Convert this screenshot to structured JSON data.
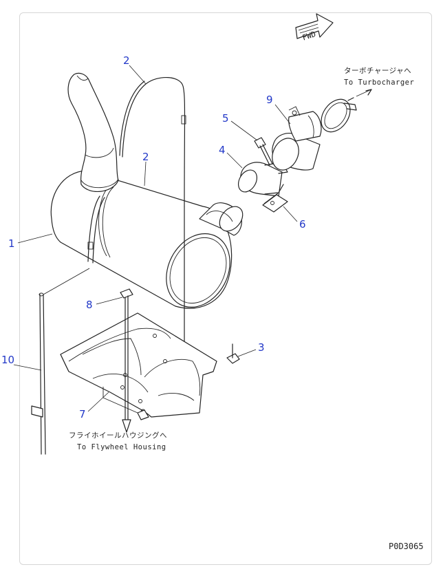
{
  "callouts": {
    "c1": "1",
    "c2a": "2",
    "c2b": "2",
    "c3": "3",
    "c4": "4",
    "c5": "5",
    "c6": "6",
    "c7": "7",
    "c8": "8",
    "c9": "9",
    "c10": "10"
  },
  "notes": {
    "turbo_jp": "ターボチャージャへ",
    "turbo_en": "To Turbocharger",
    "flywheel_jp": "フライホイールハウジングへ",
    "flywheel_en": "To Flywheel Housing",
    "fwd": "FWD"
  },
  "drawing_code": "P0D3065",
  "colors": {
    "callout": "#2238c8",
    "line": "#222222",
    "frame": "#d6d6d6"
  }
}
